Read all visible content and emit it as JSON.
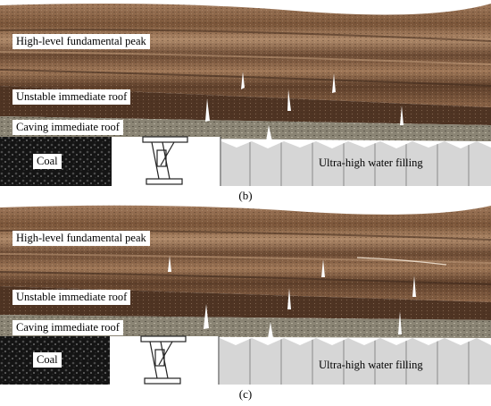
{
  "panels": [
    {
      "caption": "(b)",
      "labels": {
        "fundamental": "High-level fundamental peak",
        "unstable": "Unstable immediate roof",
        "caving": "Caving immediate roof",
        "coal": "Coal",
        "filling": "Ultra-high water filling"
      }
    },
    {
      "caption": "(c)",
      "labels": {
        "fundamental": "High-level fundamental peak",
        "unstable": "Unstable immediate roof",
        "caving": "Caving immediate roof",
        "coal": "Coal",
        "filling": "Ultra-high water filling"
      }
    }
  ],
  "colors": {
    "strata_light": "#9a7256",
    "strata_dark": "#5e3f2a",
    "unstable_roof": "#4f3423",
    "caving_roof": "#8a8474",
    "coal": "#141414",
    "filling": "#d6d6d6",
    "crack": "#ffffff"
  }
}
